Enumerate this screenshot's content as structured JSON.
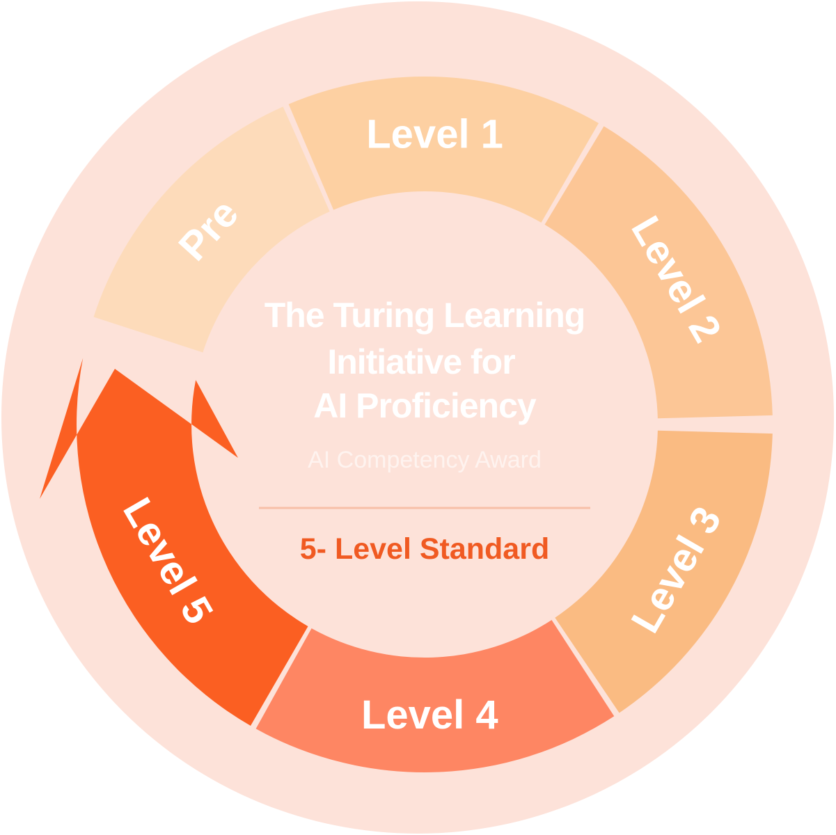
{
  "center": {
    "title_lines": [
      "The Turing Learning",
      "Initiative for",
      "AI Proficiency"
    ],
    "subtitle": "AI Competency Award",
    "standard": "5- Level Standard"
  },
  "levels": [
    {
      "label": "Pre",
      "color": "#FDDBBA"
    },
    {
      "label": "Level 1",
      "color": "#FDD0A2"
    },
    {
      "label": "Level 2",
      "color": "#FCC696"
    },
    {
      "label": "Level 3",
      "color": "#FABB82"
    },
    {
      "label": "Level 4",
      "color": "#FE8663"
    },
    {
      "label": "Level 5",
      "color": "#FB5F22"
    }
  ],
  "colors": {
    "outer_ring": "#FDE2D9",
    "inner_disc": "#FDE2D9",
    "divider": "#F7BFA7",
    "accent": "#F05A22"
  },
  "icons": {
    "arrow": "curved-arrow-icon"
  }
}
